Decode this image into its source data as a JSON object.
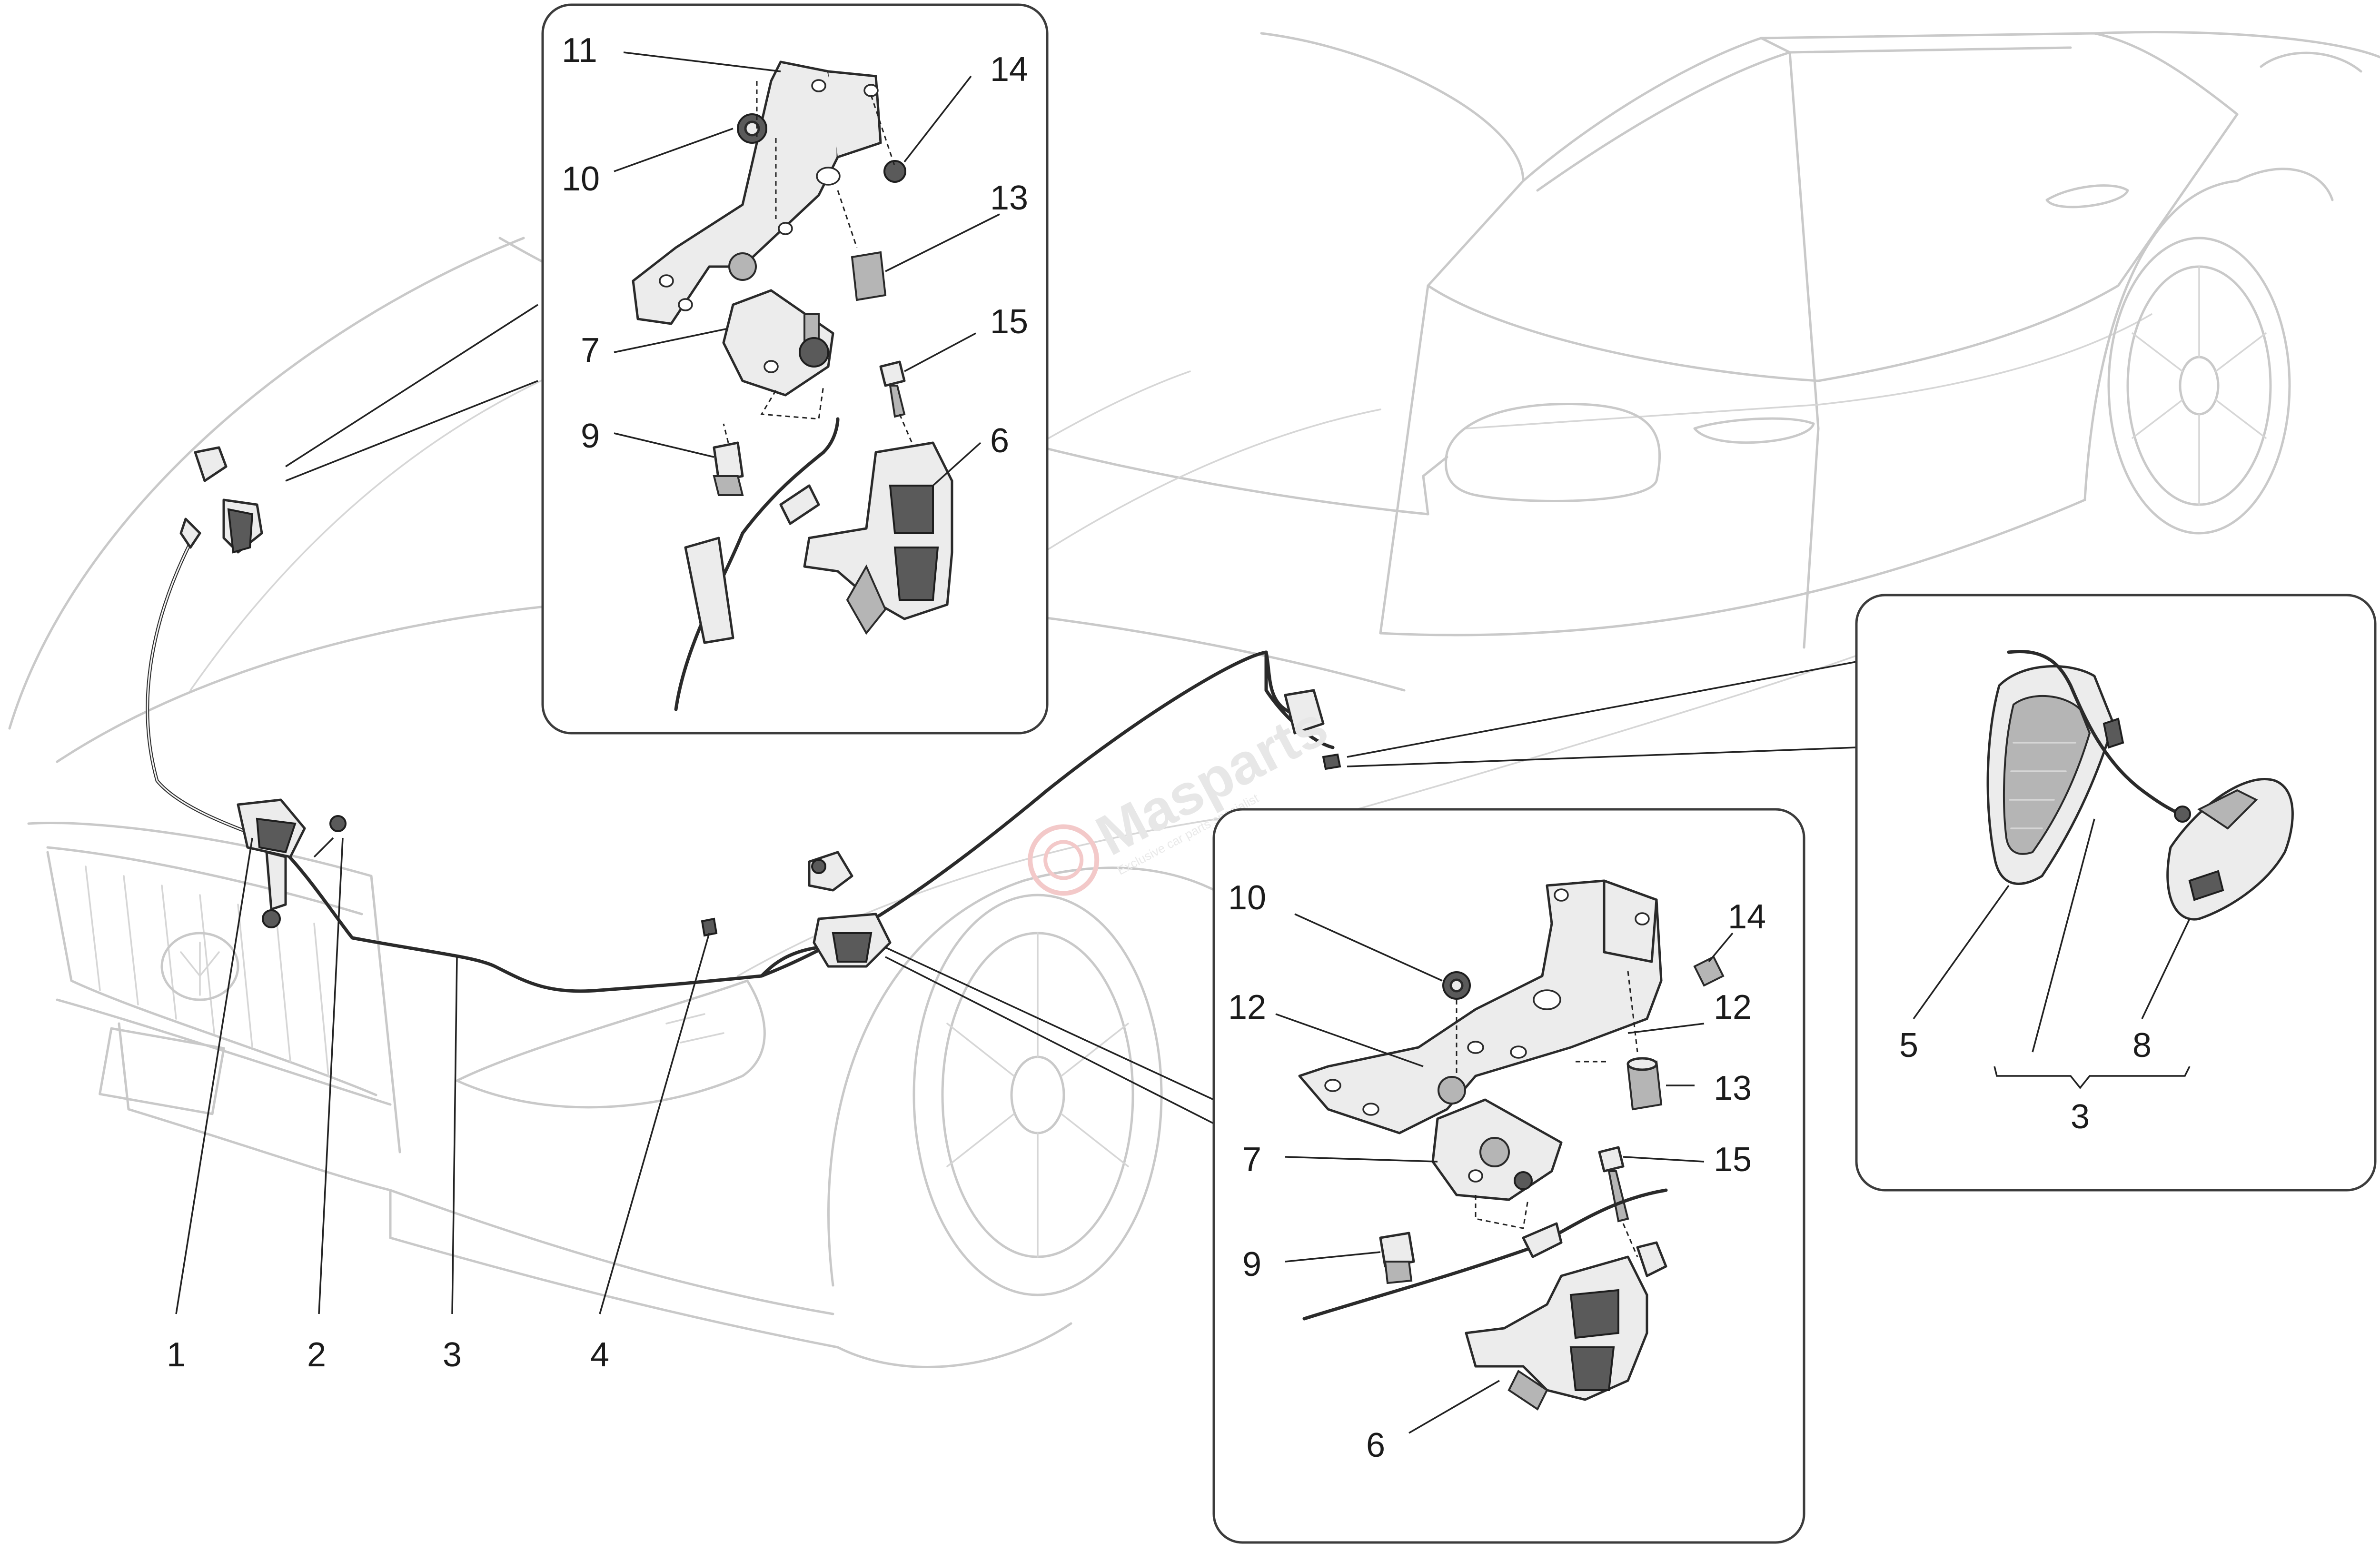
{
  "callouts": {
    "main": [
      "1",
      "2",
      "3",
      "4"
    ],
    "detail_top": [
      "11",
      "14",
      "10",
      "13",
      "7",
      "15",
      "9",
      "6"
    ],
    "detail_bottom": [
      "10",
      "14",
      "12",
      "12",
      "13",
      "7",
      "15",
      "9",
      "6"
    ],
    "detail_right": [
      "5",
      "8",
      "3"
    ]
  },
  "watermark": {
    "brand": "Masparts",
    "tagline": "Exclusive car parts specialist"
  },
  "colors": {
    "car_outline": "#c9c9c9",
    "part_stroke": "#2a2a2a",
    "panel_border": "#3c3c3c",
    "watermark_accent": "#f3c9c9"
  }
}
